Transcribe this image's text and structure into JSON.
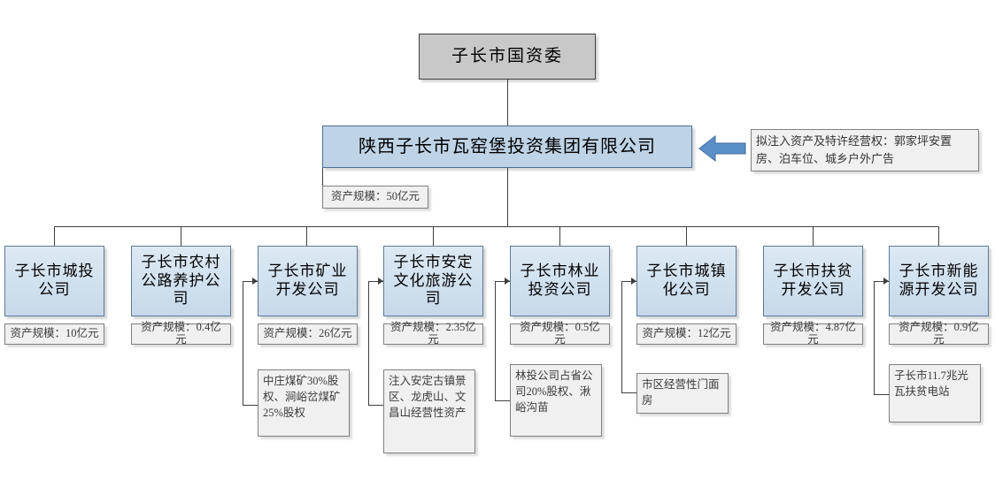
{
  "diagram": {
    "title_root": "子长市国资委",
    "main_company": "陕西子长市瓦窑堡投资集团有限公司",
    "main_scale": "资产规模：50亿元",
    "annotation": "拟注入资产及特许经营权：郭家坪安置房、泊车位、城乡户外广告",
    "colors": {
      "root_fill": "#c8c8c8",
      "main_fill": "#bfd3e6",
      "sub_fill": "#cfdfee",
      "note_fill": "#f0f0f0",
      "arrow_blue": "#5b8fc7",
      "line": "#3f3f3f"
    },
    "subsidiaries": [
      {
        "name": "子长市城投公司",
        "scale": "资产规模：10亿元",
        "note": ""
      },
      {
        "name": "子长市农村公路养护公司",
        "scale": "资产规模：0.4亿元",
        "note": ""
      },
      {
        "name": "子长市矿业开发公司",
        "scale": "资产规模：26亿元",
        "note": "中庄煤矿30%股权、涧峪岔煤矿25%股权"
      },
      {
        "name": "子长市安定文化旅游公司",
        "scale": "资产规模：2.35亿元",
        "note": "注入安定古镇景区、龙虎山、文昌山经营性资产"
      },
      {
        "name": "子长市林业投资公司",
        "scale": "资产规模：0.5亿元",
        "note": "林投公司占省公司20%股权、湫峪沟苗"
      },
      {
        "name": "子长市城镇化公司",
        "scale": "资产规模：12亿元",
        "note": "市区经营性门面房"
      },
      {
        "name": "子长市扶贫开发公司",
        "scale": "资产规模：4.87亿元",
        "note": ""
      },
      {
        "name": "子长市新能源开发公司",
        "scale": "资产规模：0.9亿元",
        "note": "子长市11.7兆光瓦扶贫电站"
      }
    ]
  }
}
